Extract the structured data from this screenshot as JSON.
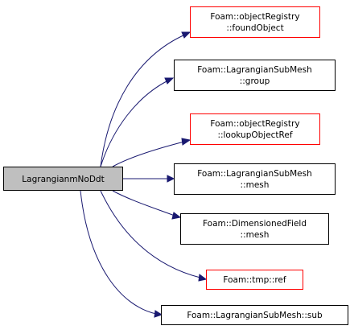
{
  "colors": {
    "source_fill": "#bfbfbf",
    "node_border": "#000000",
    "highlight_border": "#ff0000",
    "edge": "#191970",
    "text": "#000000"
  },
  "source": {
    "label": "LagrangianmNoDdt"
  },
  "nodes": [
    {
      "id": "found-object",
      "lines": [
        "Foam::objectRegistry",
        "::foundObject"
      ],
      "highlight": true
    },
    {
      "id": "group",
      "lines": [
        "Foam::LagrangianSubMesh",
        "::group"
      ],
      "highlight": false
    },
    {
      "id": "lookup-object-ref",
      "lines": [
        "Foam::objectRegistry",
        "::lookupObjectRef"
      ],
      "highlight": true
    },
    {
      "id": "submesh-mesh",
      "lines": [
        "Foam::LagrangianSubMesh",
        "::mesh"
      ],
      "highlight": false
    },
    {
      "id": "dimensioned-field-mesh",
      "lines": [
        "Foam::DimensionedField",
        "::mesh"
      ],
      "highlight": false
    },
    {
      "id": "tmp-ref",
      "lines": [
        "Foam::tmp::ref"
      ],
      "highlight": true
    },
    {
      "id": "submesh-sub",
      "lines": [
        "Foam::LagrangianSubMesh::sub"
      ],
      "highlight": false
    }
  ]
}
